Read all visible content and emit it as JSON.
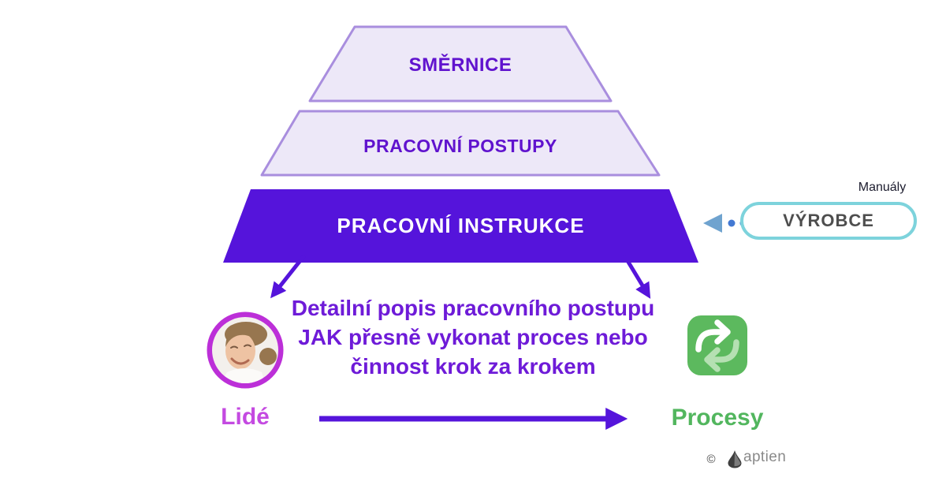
{
  "pyramid": {
    "levels": [
      {
        "label": "SMĚRNICE"
      },
      {
        "label": "PRACOVNÍ POSTUPY"
      },
      {
        "label": "PRACOVNÍ INSTRUKCE"
      }
    ]
  },
  "manufacturer": {
    "caption": "Manuály",
    "label": "VÝROBCE"
  },
  "description": "Detailní popis pracovního postupu JAK přesně vykonat proces nebo činnost krok za krokem",
  "people": {
    "label": "Lidé"
  },
  "processes": {
    "label": "Procesy"
  },
  "footer": {
    "copyright": "©",
    "brand": "aptien"
  },
  "icons": {
    "people": "person-photo-avatar",
    "processes": "sync-arrows-icon",
    "manufacturer_pointer": "dotted-arrow-left-icon",
    "brand_mark": "aptien-drop-icon"
  },
  "colors": {
    "lavender_fill": "#EDE8F8",
    "lavender_border": "#A98EDE",
    "purple_text": "#6013CE",
    "deep_purple": "#5514DB",
    "desc_purple": "#6E1BD8",
    "white": "#FFFFFF",
    "magenta": "#BC2FD8",
    "magenta_text": "#C44AE1",
    "green": "#5CB95E",
    "green_arrow_light": "#B5E0B2",
    "cyan_border": "#7DD3DC",
    "steel_blue": "#6FA3CF",
    "dot_blue": "#4379D3",
    "dark_text": "#1C1C2E",
    "pill_text": "#4E4E4E",
    "brand_gray": "#8A8A8A",
    "avatar_bg": "#F3F0EC",
    "skin": "#EEC3A3",
    "hair": "#97764F"
  }
}
